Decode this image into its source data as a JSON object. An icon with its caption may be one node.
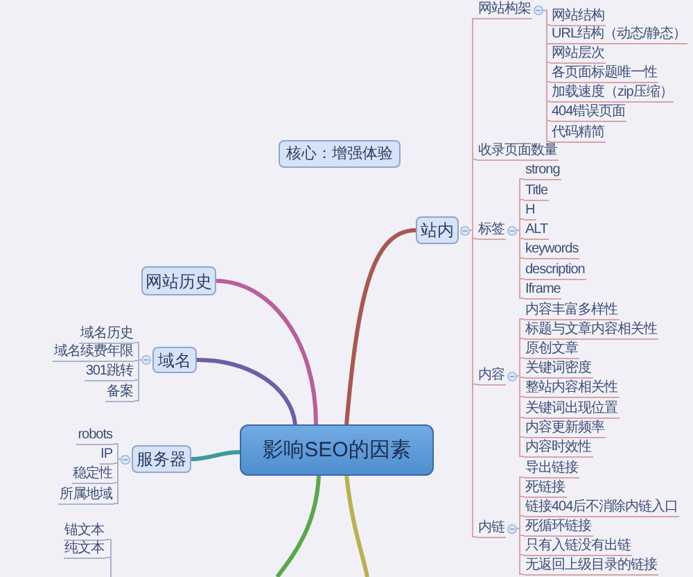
{
  "diagram": {
    "nodes": [
      {
        "text": [
          "核心：增强体验"
        ]
      },
      {
        "text": [
          "网站历史"
        ]
      },
      {
        "text": [
          "域名"
        ]
      },
      {
        "text": [
          "域名历史"
        ]
      },
      {
        "text": [
          "域名续费年限"
        ]
      },
      {
        "text": [
          "301跳转"
        ]
      },
      {
        "text": [
          "备案"
        ]
      },
      {
        "text": [
          "服务器"
        ]
      },
      {
        "text": [
          "robots"
        ]
      },
      {
        "text": [
          "IP"
        ]
      },
      {
        "text": [
          "稳定性"
        ]
      },
      {
        "text": [
          "所属地域"
        ]
      },
      {
        "text": [
          "影响SEO的因素"
        ]
      },
      {
        "text": [
          "站内"
        ]
      },
      {
        "text": [
          "网站构架"
        ]
      },
      {
        "text": [
          "网站结构"
        ]
      },
      {
        "text": [
          "URL结构（动态/静态）"
        ]
      },
      {
        "text": [
          "网站层次"
        ]
      },
      {
        "text": [
          "各页面标题唯一性"
        ]
      },
      {
        "text": [
          "加载速度（zip压缩）"
        ]
      },
      {
        "text": [
          "404错误页面"
        ]
      },
      {
        "text": [
          "代码精简"
        ]
      },
      {
        "text": [
          "收录页面数量"
        ]
      },
      {
        "text": [
          "标签"
        ]
      },
      {
        "text": [
          "strong"
        ]
      },
      {
        "text": [
          "Title"
        ]
      },
      {
        "text": [
          "H"
        ]
      },
      {
        "text": [
          "ALT"
        ]
      },
      {
        "text": [
          "keywords"
        ]
      },
      {
        "text": [
          "description"
        ]
      },
      {
        "text": [
          "Iframe"
        ]
      },
      {
        "text": [
          "内容"
        ]
      },
      {
        "text": [
          "内容丰富多样性"
        ]
      },
      {
        "text": [
          "标题与文章内容相关性"
        ]
      },
      {
        "text": [
          "原创文章"
        ]
      },
      {
        "text": [
          "关键词密度"
        ]
      },
      {
        "text": [
          "整站内容相关性"
        ]
      },
      {
        "text": [
          "关键词出现位置"
        ]
      },
      {
        "text": [
          "内容更新频率"
        ]
      },
      {
        "text": [
          "内容时效性"
        ]
      },
      {
        "text": [
          "内链"
        ]
      },
      {
        "text": [
          "导出链接"
        ]
      },
      {
        "text": [
          "死链接"
        ]
      },
      {
        "text": [
          "链接404后不消除内链入口"
        ]
      },
      {
        "text": [
          "死循环链接"
        ]
      },
      {
        "text": [
          "只有入链没有出链"
        ]
      },
      {
        "text": [
          "无返回上级目录的链接"
        ]
      },
      {
        "text": [
          "锚文本"
        ]
      },
      {
        "text": [
          "纯文本"
        ]
      }
    ],
    "edges": [
      {
        "from": 12,
        "to": 1,
        "arrow": "none",
        "style": "thick",
        "color": "#b8609a"
      },
      {
        "from": 12,
        "to": 2,
        "arrow": "none",
        "style": "thick",
        "color": "#6b5fa8"
      },
      {
        "from": 2,
        "to": 3,
        "arrow": "none",
        "color": "#aab4cc"
      },
      {
        "from": 2,
        "to": 4,
        "arrow": "none",
        "color": "#aab4cc"
      },
      {
        "from": 2,
        "to": 5,
        "arrow": "none",
        "color": "#aab4cc"
      },
      {
        "from": 2,
        "to": 6,
        "arrow": "none",
        "color": "#aab4cc"
      },
      {
        "from": 12,
        "to": 7,
        "arrow": "none",
        "style": "thick",
        "color": "#3f9a9a"
      },
      {
        "from": 7,
        "to": 8,
        "arrow": "none",
        "color": "#aab4cc"
      },
      {
        "from": 7,
        "to": 9,
        "arrow": "none",
        "color": "#aab4cc"
      },
      {
        "from": 7,
        "to": 10,
        "arrow": "none",
        "color": "#aab4cc"
      },
      {
        "from": 7,
        "to": 11,
        "arrow": "none",
        "color": "#aab4cc"
      },
      {
        "from": 12,
        "to": 13,
        "arrow": "none",
        "style": "thick",
        "color": "#a8584f"
      },
      {
        "from": 13,
        "to": 14,
        "arrow": "none"
      },
      {
        "from": 13,
        "to": 22,
        "arrow": "none"
      },
      {
        "from": 13,
        "to": 23,
        "arrow": "none"
      },
      {
        "from": 13,
        "to": 31,
        "arrow": "none"
      },
      {
        "from": 13,
        "to": 40,
        "arrow": "none"
      },
      {
        "from": 14,
        "to": 15,
        "arrow": "none"
      },
      {
        "from": 14,
        "to": 16,
        "arrow": "none"
      },
      {
        "from": 14,
        "to": 17,
        "arrow": "none"
      },
      {
        "from": 14,
        "to": 18,
        "arrow": "none"
      },
      {
        "from": 14,
        "to": 19,
        "arrow": "none"
      },
      {
        "from": 14,
        "to": 20,
        "arrow": "none"
      },
      {
        "from": 14,
        "to": 21,
        "arrow": "none"
      },
      {
        "from": 23,
        "to": 24,
        "arrow": "none"
      },
      {
        "from": 23,
        "to": 25,
        "arrow": "none"
      },
      {
        "from": 23,
        "to": 26,
        "arrow": "none"
      },
      {
        "from": 23,
        "to": 27,
        "arrow": "none"
      },
      {
        "from": 23,
        "to": 28,
        "arrow": "none"
      },
      {
        "from": 23,
        "to": 29,
        "arrow": "none"
      },
      {
        "from": 23,
        "to": 30,
        "arrow": "none"
      },
      {
        "from": 31,
        "to": 32,
        "arrow": "none"
      },
      {
        "from": 31,
        "to": 33,
        "arrow": "none"
      },
      {
        "from": 31,
        "to": 34,
        "arrow": "none"
      },
      {
        "from": 31,
        "to": 35,
        "arrow": "none"
      },
      {
        "from": 31,
        "to": 36,
        "arrow": "none"
      },
      {
        "from": 31,
        "to": 37,
        "arrow": "none"
      },
      {
        "from": 31,
        "to": 38,
        "arrow": "none"
      },
      {
        "from": 31,
        "to": 39,
        "arrow": "none"
      },
      {
        "from": 40,
        "to": 41,
        "arrow": "none"
      },
      {
        "from": 40,
        "to": 42,
        "arrow": "none"
      },
      {
        "from": 40,
        "to": 43,
        "arrow": "none"
      },
      {
        "from": 40,
        "to": 44,
        "arrow": "none"
      },
      {
        "from": 40,
        "to": 45,
        "arrow": "none"
      },
      {
        "from": 40,
        "to": 46,
        "arrow": "none"
      },
      {
        "from": 12,
        "to": null,
        "arrow": "none",
        "style": "thick",
        "color": "#5aa84a"
      },
      {
        "from": 12,
        "to": null,
        "arrow": "none",
        "style": "thick",
        "color": "#b9b04e"
      },
      {
        "from": null,
        "to": 47,
        "arrow": "none",
        "color": "#aab4cc"
      },
      {
        "from": null,
        "to": 48,
        "arrow": "none",
        "color": "#aab4cc"
      }
    ]
  }
}
